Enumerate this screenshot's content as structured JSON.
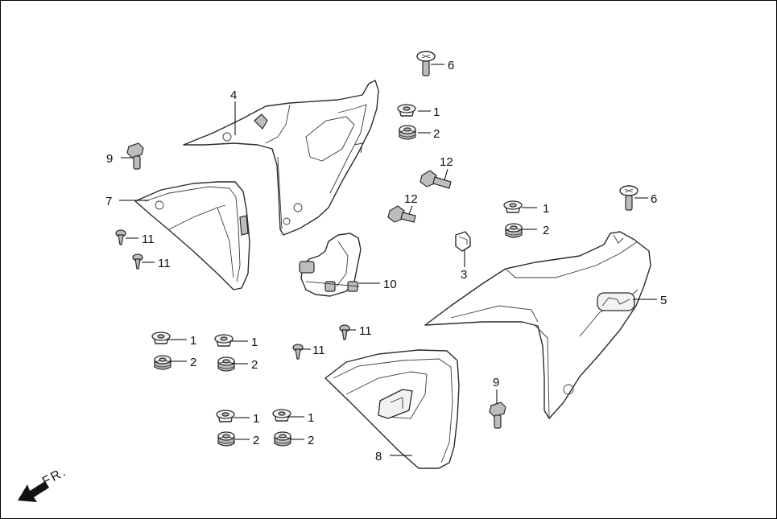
{
  "callouts": [
    {
      "id": "c6a",
      "text": "6"
    },
    {
      "id": "c1a",
      "text": "1"
    },
    {
      "id": "c2a",
      "text": "2"
    },
    {
      "id": "c4",
      "text": "4"
    },
    {
      "id": "c9a",
      "text": "9"
    },
    {
      "id": "c12a",
      "text": "12"
    },
    {
      "id": "c12b",
      "text": "12"
    },
    {
      "id": "c7",
      "text": "7"
    },
    {
      "id": "c6b",
      "text": "6"
    },
    {
      "id": "c1b",
      "text": "1"
    },
    {
      "id": "c2b",
      "text": "2"
    },
    {
      "id": "c11a",
      "text": "11"
    },
    {
      "id": "c11b",
      "text": "11"
    },
    {
      "id": "c3",
      "text": "3"
    },
    {
      "id": "c10",
      "text": "10"
    },
    {
      "id": "c5",
      "text": "5"
    },
    {
      "id": "c11c",
      "text": "11"
    },
    {
      "id": "c1c",
      "text": "1"
    },
    {
      "id": "c1d",
      "text": "1"
    },
    {
      "id": "c11d",
      "text": "11"
    },
    {
      "id": "c2c",
      "text": "2"
    },
    {
      "id": "c2d",
      "text": "2"
    },
    {
      "id": "c9b",
      "text": "9"
    },
    {
      "id": "c1e",
      "text": "1"
    },
    {
      "id": "c1f",
      "text": "1"
    },
    {
      "id": "c2e",
      "text": "2"
    },
    {
      "id": "c2f",
      "text": "2"
    },
    {
      "id": "c8",
      "text": "8"
    }
  ],
  "direction": {
    "text": "FR.",
    "icon": "front-direction-arrow-icon"
  },
  "colors": {
    "line": "#2b2b2b",
    "background": "#ffffff",
    "frame": "#000000"
  }
}
